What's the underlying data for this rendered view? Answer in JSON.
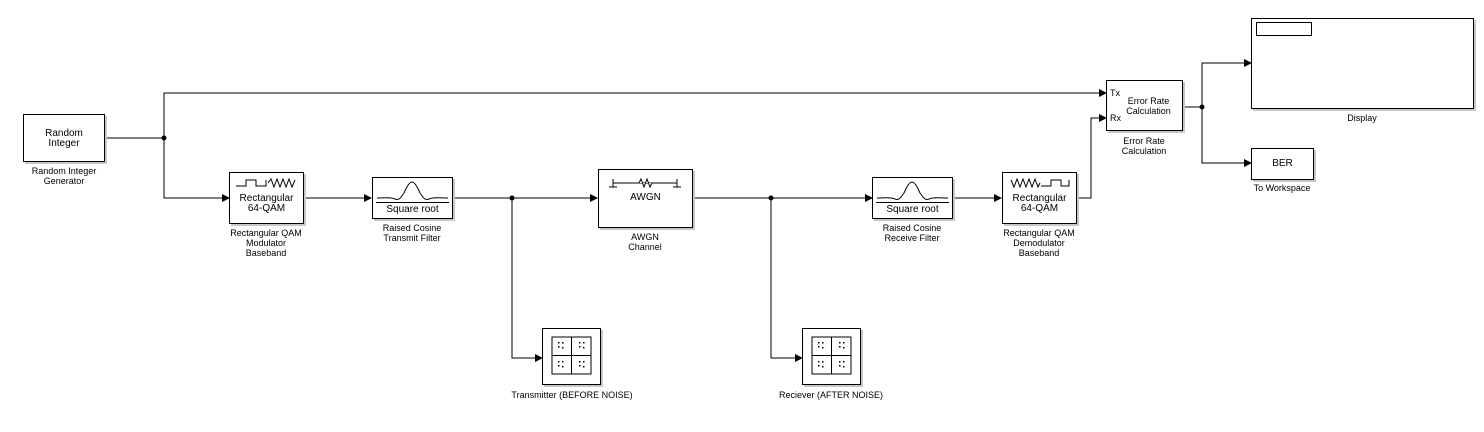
{
  "blocks": {
    "random_integer": {
      "label": "Random\nInteger",
      "caption": "Random Integer\nGenerator"
    },
    "qam_mod": {
      "label": "Rectangular\n64-QAM",
      "caption": "Rectangular QAM\nModulator\nBaseband"
    },
    "tx_filter": {
      "label": "Square root",
      "caption": "Raised Cosine\nTransmit Filter"
    },
    "awgn": {
      "label": "AWGN",
      "caption": "AWGN\nChannel"
    },
    "rx_filter": {
      "label": "Square root",
      "caption": "Raised Cosine\nReceive Filter"
    },
    "qam_demod": {
      "label": "Rectangular\n64-QAM",
      "caption": "Rectangular QAM\nDemodulator\nBaseband"
    },
    "error_rate": {
      "label": "Error Rate\nCalculation",
      "caption": "Error Rate\nCalculation",
      "port_tx": "Tx",
      "port_rx": "Rx"
    },
    "display": {
      "caption": "Display"
    },
    "to_workspace": {
      "label": "BER",
      "caption": "To Workspace"
    },
    "scope_tx": {
      "caption": "Transmitter (BEFORE NOISE)"
    },
    "scope_rx": {
      "caption": "Reciever (AFTER NOISE)"
    }
  }
}
